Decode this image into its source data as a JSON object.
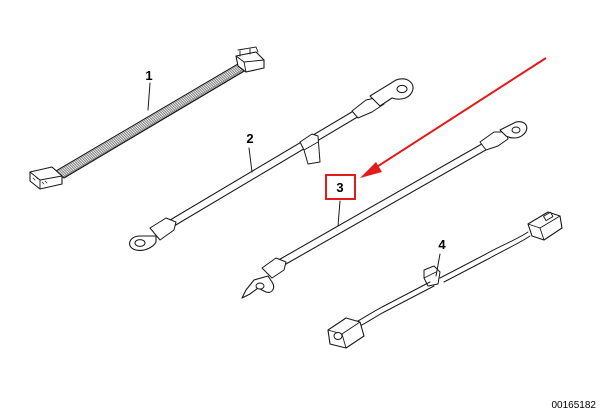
{
  "diagram": {
    "callouts": {
      "part1": "1",
      "part2": "2",
      "part3": "3",
      "part4": "4"
    },
    "document_number": "00165182",
    "highlight_color": "#e21b1b",
    "line_color": "#1a1a1a",
    "parts": [
      {
        "callout": "1",
        "icon": "ribbon-cable-with-connectors-icon"
      },
      {
        "callout": "2",
        "icon": "ring-terminal-cable-with-clip-icon"
      },
      {
        "callout": "3",
        "icon": "ring-terminal-cable-highlighted-icon"
      },
      {
        "callout": "4",
        "icon": "wire-harness-with-plugs-icon"
      }
    ],
    "highlighted_part": "3"
  }
}
